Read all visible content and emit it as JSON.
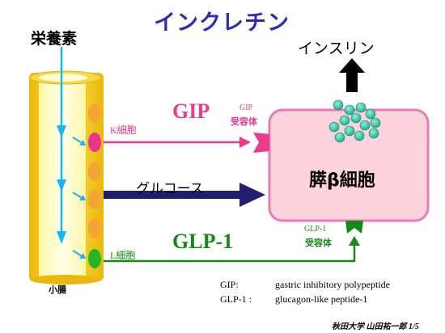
{
  "title": "インクレチン",
  "nutrients_label": "栄養素",
  "insulin_label": "インスリン",
  "small_intestine_label": "小腸",
  "k_cell_label": "K細胞",
  "l_cell_label": "L細胞",
  "gip": {
    "label": "GIP",
    "receptor_line1": "GIP",
    "receptor_line2": "受容体",
    "color": "#ee3a8c"
  },
  "glp1": {
    "label": "GLP-1",
    "receptor_line1": "GLP-1",
    "receptor_line2": "受容体",
    "color": "#168a16"
  },
  "glucose_label": "グルコース",
  "beta_cell_label": "膵β細胞",
  "abbreviations": [
    {
      "term": "GIP:",
      "meaning": "gastric inhibitory polypeptide"
    },
    {
      "term": "GLP-1 :",
      "meaning": "glucagon-like peptide-1"
    }
  ],
  "credit": "秋田大学 山田祐一郎 1/5",
  "colors": {
    "title": "#2b2bb8",
    "intestine_wall": "#f5d327",
    "intestine_lumen": "#ffffc8",
    "cell": "#f5a535",
    "beta_cell_fill": "#fcd3dc",
    "beta_cell_border": "#e87ab4",
    "insulin_granule": "#33c6a8",
    "nutrient_arrow": "#19b4f2",
    "glucose_arrow": "#22206c"
  }
}
